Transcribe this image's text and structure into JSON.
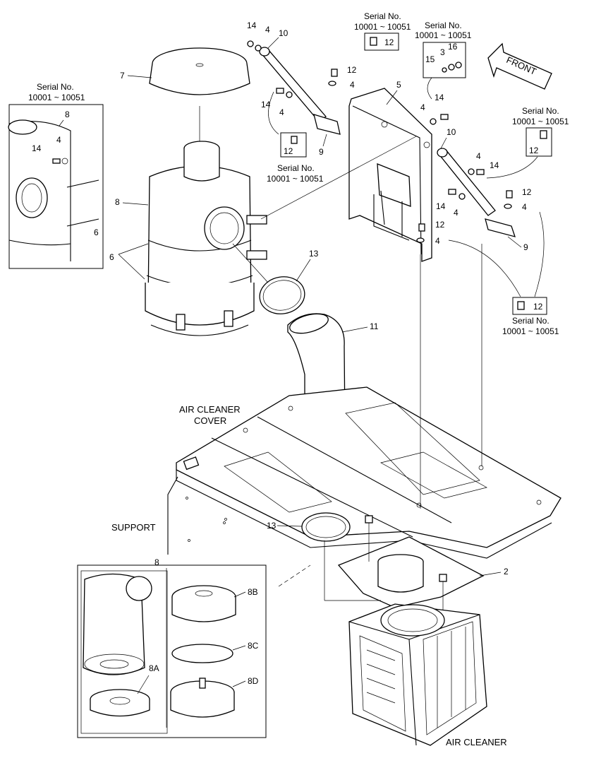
{
  "diagram": {
    "callouts": {
      "n14a": "14",
      "n4a": "4",
      "n10a": "10",
      "n7": "7",
      "n12a": "12",
      "n4b": "4",
      "n5": "5",
      "n14b": "14",
      "n4c": "4",
      "n9a": "9",
      "n14c": "14",
      "n4d": "4",
      "n10b": "10",
      "n4e": "4",
      "n14d": "14",
      "n14e": "14",
      "n4f": "4",
      "n12b": "12",
      "n4g": "4",
      "n12c": "12",
      "n4h": "4",
      "n9b": "9",
      "n8": "8",
      "n6": "6",
      "n13a": "13",
      "n11": "11",
      "n13b": "13",
      "n2": "2",
      "inset_n8": "8",
      "inset_n14": "14",
      "inset_n4": "4",
      "inset_n6": "6",
      "n15": "15",
      "n3": "3",
      "n16": "16",
      "kit_n8": "8",
      "n8a": "8A",
      "n8b": "8B",
      "n8c": "8C",
      "n8d": "8D"
    },
    "serial_boxes": {
      "s1_title": "Serial No.",
      "s1_range": "10001 ~ 10051",
      "s1_part": "12",
      "s2_title": "Serial No.",
      "s2_range": "10001 ~ 10051",
      "s2_p1": "15",
      "s2_p2": "3",
      "s2_p3": "16",
      "s3_title": "Serial No.",
      "s3_range": "10001 ~ 10051",
      "s3_part": "12",
      "s4_title": "Serial No.",
      "s4_range": "10001 ~ 10051",
      "s4_part": "12",
      "s5_title": "Serial No.",
      "s5_range": "10001 ~ 10051",
      "s5_part": "12",
      "s6_title": "Serial No.",
      "s6_range": "10001 ~ 10051"
    },
    "captions": {
      "cover_line1": "AIR CLEANER",
      "cover_line2": "COVER",
      "support": "SUPPORT",
      "air_cleaner": "AIR CLEANER",
      "front": "FRONT"
    }
  }
}
